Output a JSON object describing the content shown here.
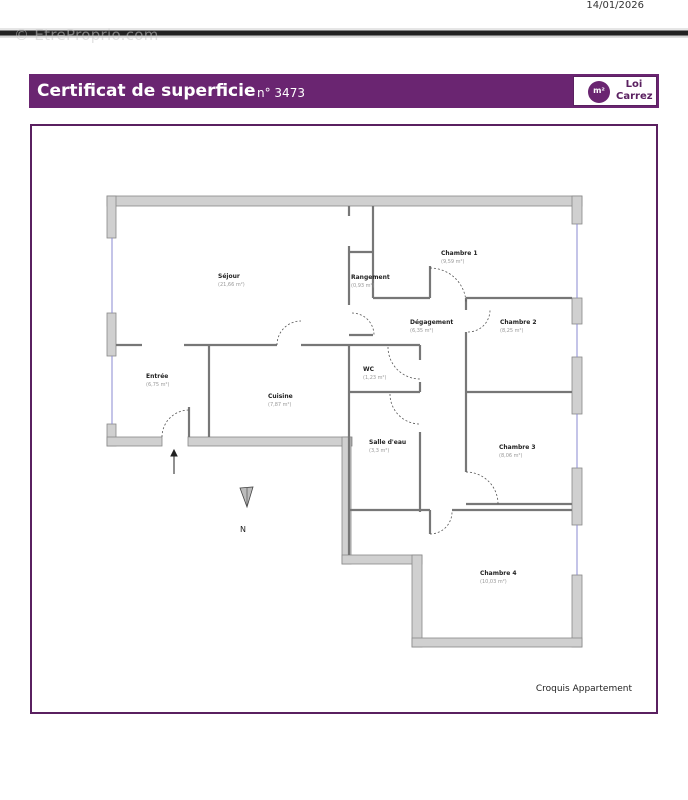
{
  "header": {
    "date": "14/01/2026",
    "watermark": "© EtreProprio.com"
  },
  "banner": {
    "title": "Certificat de superficie",
    "number": "n° 3473",
    "badge": {
      "icon": "m2-tape-icon",
      "icon_text": "m²",
      "line1": "Loi",
      "line2": "Carrez"
    },
    "color": "#6a2571"
  },
  "plan": {
    "north_label": "N",
    "caption": "Croquis Appartement",
    "rooms": [
      {
        "name": "Séjour",
        "area": "(21,66 m²)"
      },
      {
        "name": "Rangement",
        "area": "(0,93 m²)"
      },
      {
        "name": "Chambre 1",
        "area": "(9,59 m²)"
      },
      {
        "name": "Dégagement",
        "area": "(6,35 m²)"
      },
      {
        "name": "Chambre 2",
        "area": "(8,25 m²)"
      },
      {
        "name": "Entrée",
        "area": "(6,75 m²)"
      },
      {
        "name": "Cuisine",
        "area": "(7,87 m²)"
      },
      {
        "name": "WC",
        "area": "(1,23 m²)"
      },
      {
        "name": "Salle d'eau",
        "area": "(3,3 m²)"
      },
      {
        "name": "Chambre 3",
        "area": "(8,06 m²)"
      },
      {
        "name": "Chambre 4",
        "area": "(10,03 m²)"
      }
    ]
  }
}
